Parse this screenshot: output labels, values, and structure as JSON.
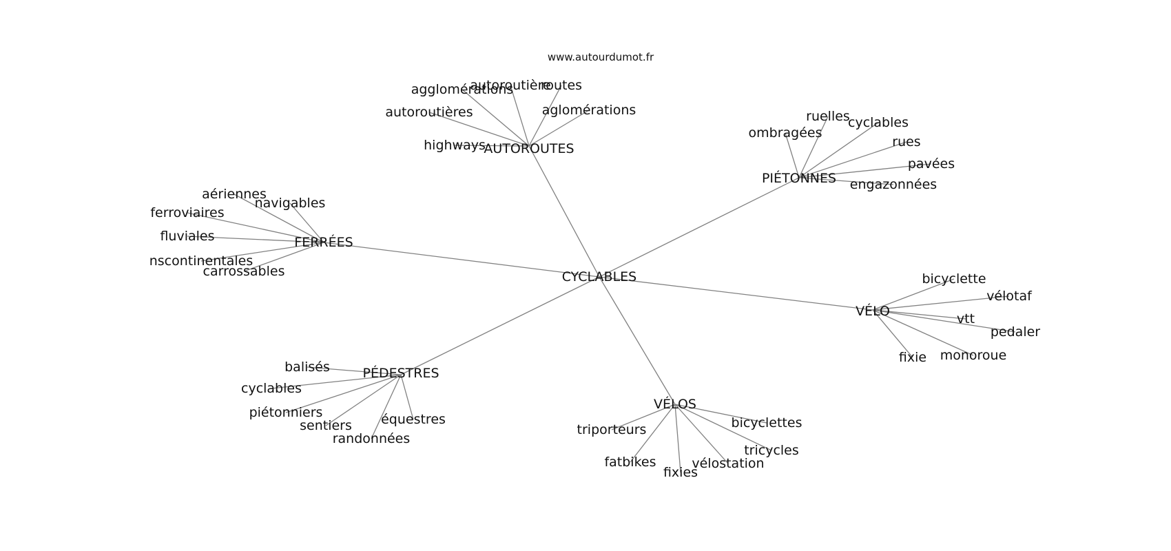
{
  "watermark": "www.autourdumot.fr",
  "center": "CYCLABLES",
  "groups": [
    {
      "hub": "AUTOROUTES",
      "leaves": [
        "agglomérations",
        "autoroutière",
        "routes",
        "aglomérations",
        "autoroutières",
        "highways"
      ]
    },
    {
      "hub": "PIÉTONNES",
      "leaves": [
        "ruelles",
        "cyclables",
        "ombragées",
        "rues",
        "pavées",
        "engazonnées"
      ]
    },
    {
      "hub": "FERRÉES",
      "leaves": [
        "aériennes",
        "navigables",
        "ferroviaires",
        "fluviales",
        "nscontinentales",
        "carrossables"
      ]
    },
    {
      "hub": "VÉLO",
      "leaves": [
        "bicyclette",
        "vélotaf",
        "vtt",
        "pedaler",
        "fixie",
        "monoroue"
      ]
    },
    {
      "hub": "PÉDESTRES",
      "leaves": [
        "balisés",
        "cyclables",
        "piétonniers",
        "sentiers",
        "équestres",
        "randonnées"
      ]
    },
    {
      "hub": "VÉLOS",
      "leaves": [
        "bicyclettes",
        "triporteurs",
        "tricycles",
        "vélostation",
        "fatbikes",
        "fixies"
      ]
    }
  ]
}
